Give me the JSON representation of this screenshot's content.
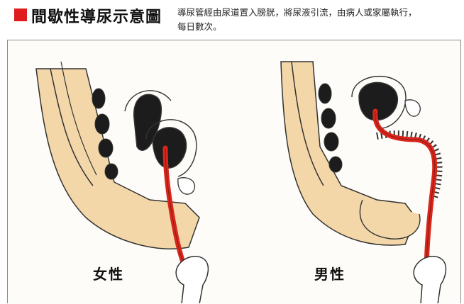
{
  "header": {
    "title": "間歇性導尿示意圖",
    "description_line1": "導尿管經由尿道置入膀胱，將尿液引流，由病人或家屬執行，",
    "description_line2": "每日數次。"
  },
  "panels": {
    "female_label": "女性",
    "male_label": "男性"
  },
  "colors": {
    "accent": "#e01b1b",
    "catheter": "#d9261c",
    "skin": "#f3d7a9",
    "organ_dark": "#1c1c1c"
  }
}
